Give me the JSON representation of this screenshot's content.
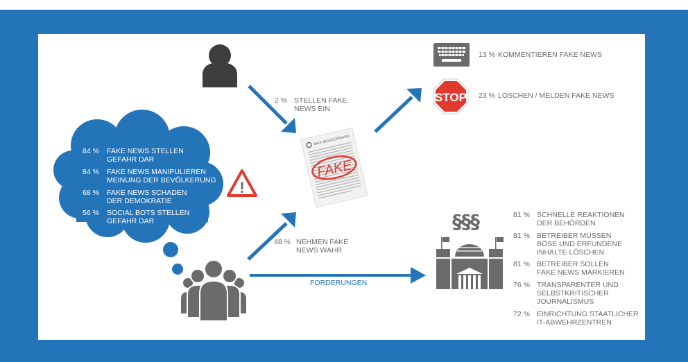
{
  "colors": {
    "brand_blue": "#2474b9",
    "icon_gray": "#6b6b6b",
    "person_dark": "#3d3d3d",
    "alert_red": "#e03a2f",
    "text_gray": "#6b6b6b"
  },
  "producer": {
    "icon": "person-icon",
    "arrow_label": {
      "pct": "2 %",
      "text": "STELLEN FAKE NEWS EIN"
    }
  },
  "newspaper": {
    "icon": "newspaper-icon",
    "header": "MAX MUSTERMANN",
    "stamp": "FAKE"
  },
  "reactions": [
    {
      "icon": "keyboard-icon",
      "pct": "13 %",
      "text": "KOMMENTIEREN FAKE NEWS"
    },
    {
      "icon": "stop-sign-icon",
      "pct": "23 %",
      "text": "LÖSCHEN / MELDEN FAKE NEWS",
      "sign_text": "STOP"
    }
  ],
  "cloud": {
    "icon": "thought-cloud",
    "items": [
      {
        "pct": "84 %",
        "text": "FAKE NEWS STELLEN GEFAHR DAR"
      },
      {
        "pct": "84 %",
        "text": "FAKE NEWS MANIPULIEREN MEINUNG DER BEVÖLKERUNG"
      },
      {
        "pct": "68 %",
        "text": "FAKE NEWS SCHADEN DER DEMOKRATIE"
      },
      {
        "pct": "56 %",
        "text": "SOCIAL BOTS STELLEN GEFAHR DAR"
      }
    ]
  },
  "warning": {
    "icon": "warning-triangle-icon",
    "symbol": "!"
  },
  "audience": {
    "icon": "group-icon",
    "arrow_label": {
      "pct": "48 %",
      "text": "NEHMEN FAKE NEWS WAHR"
    },
    "demands_label": "FORDERUNGEN"
  },
  "government": {
    "icon": "parliament-building-icon",
    "law_symbol": "§§§",
    "demands": [
      {
        "pct": "81 %",
        "text": "SCHNELLE REAKTIONEN DER BEHÖRDEN"
      },
      {
        "pct": "81 %",
        "text": "BETREIBER MÜSSEN BÖSE UND ERFUNDENE INHALTE LÖSCHEN"
      },
      {
        "pct": "81 %",
        "text": "BETREIBER SOLLEN FAKE NEWS MARKIEREN"
      },
      {
        "pct": "76 %",
        "text": "TRANSPARENTER UND SELBSTKRITISCHER JOURNALISMUS"
      },
      {
        "pct": "72 %",
        "text": "EINRICHTUNG STAATLICHER IT-ABWEHRZENTREN"
      }
    ]
  }
}
